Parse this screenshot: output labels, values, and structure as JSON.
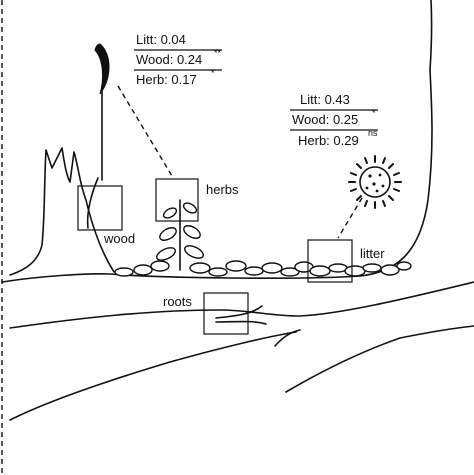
{
  "labels": {
    "wood": "wood",
    "herbs": "herbs",
    "litter": "litter",
    "roots": "roots"
  },
  "stats_left": {
    "litt": "Litt: 0.04",
    "wood": "Wood: 0.24",
    "wood_sig": "**",
    "herb": "Herb: 0.17",
    "herb_sig": "*"
  },
  "stats_right": {
    "litt": "Litt: 0.43",
    "wood": "Wood: 0.25",
    "wood_sig": "*",
    "herb": "Herb: 0.29",
    "herb_sig": "ns"
  },
  "icons": {
    "termite": "crescent-termite-icon",
    "fungus": "spiky-spore-icon",
    "seedling": "herb-seedling-icon"
  }
}
